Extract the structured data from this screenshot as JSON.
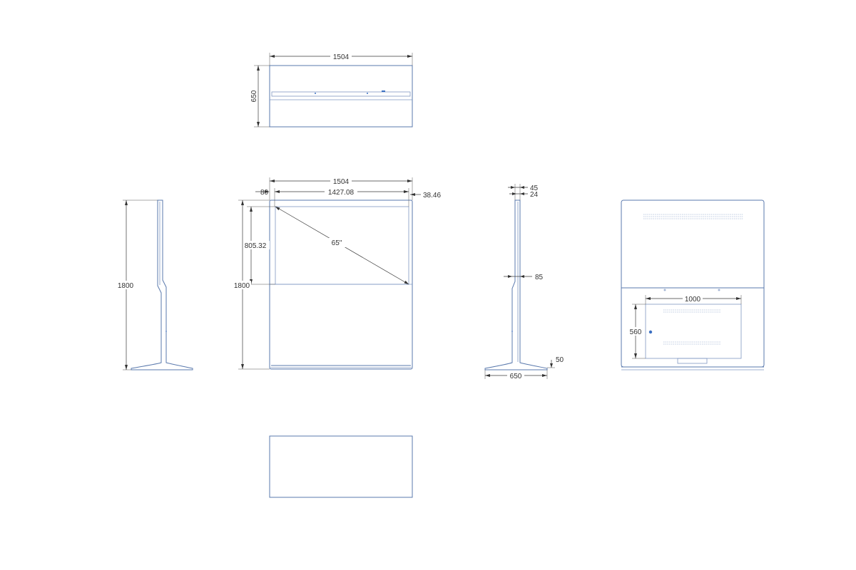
{
  "drawing": {
    "line_color": "#5a79ad",
    "dim_color": "#333333",
    "accent_color": "#3b6fc2"
  },
  "top_view": {
    "width_label": "1504",
    "depth_label": "650"
  },
  "front_view": {
    "width_label": "1504",
    "screen_width_label": "1427.08",
    "left_margin_label": "80",
    "right_margin_label": "38.46",
    "screen_height_label": "805.32",
    "height_label": "1800",
    "diagonal_label": "65\""
  },
  "left_side_view": {
    "height_label": "1800"
  },
  "right_side_view": {
    "top_thickness_label": "45",
    "panel_thickness_label": "24",
    "body_thickness_label": "85",
    "base_depth_label": "650",
    "base_height_label": "50"
  },
  "rear_view": {
    "vesa_width_label": "1000",
    "vesa_height_label": "560"
  }
}
